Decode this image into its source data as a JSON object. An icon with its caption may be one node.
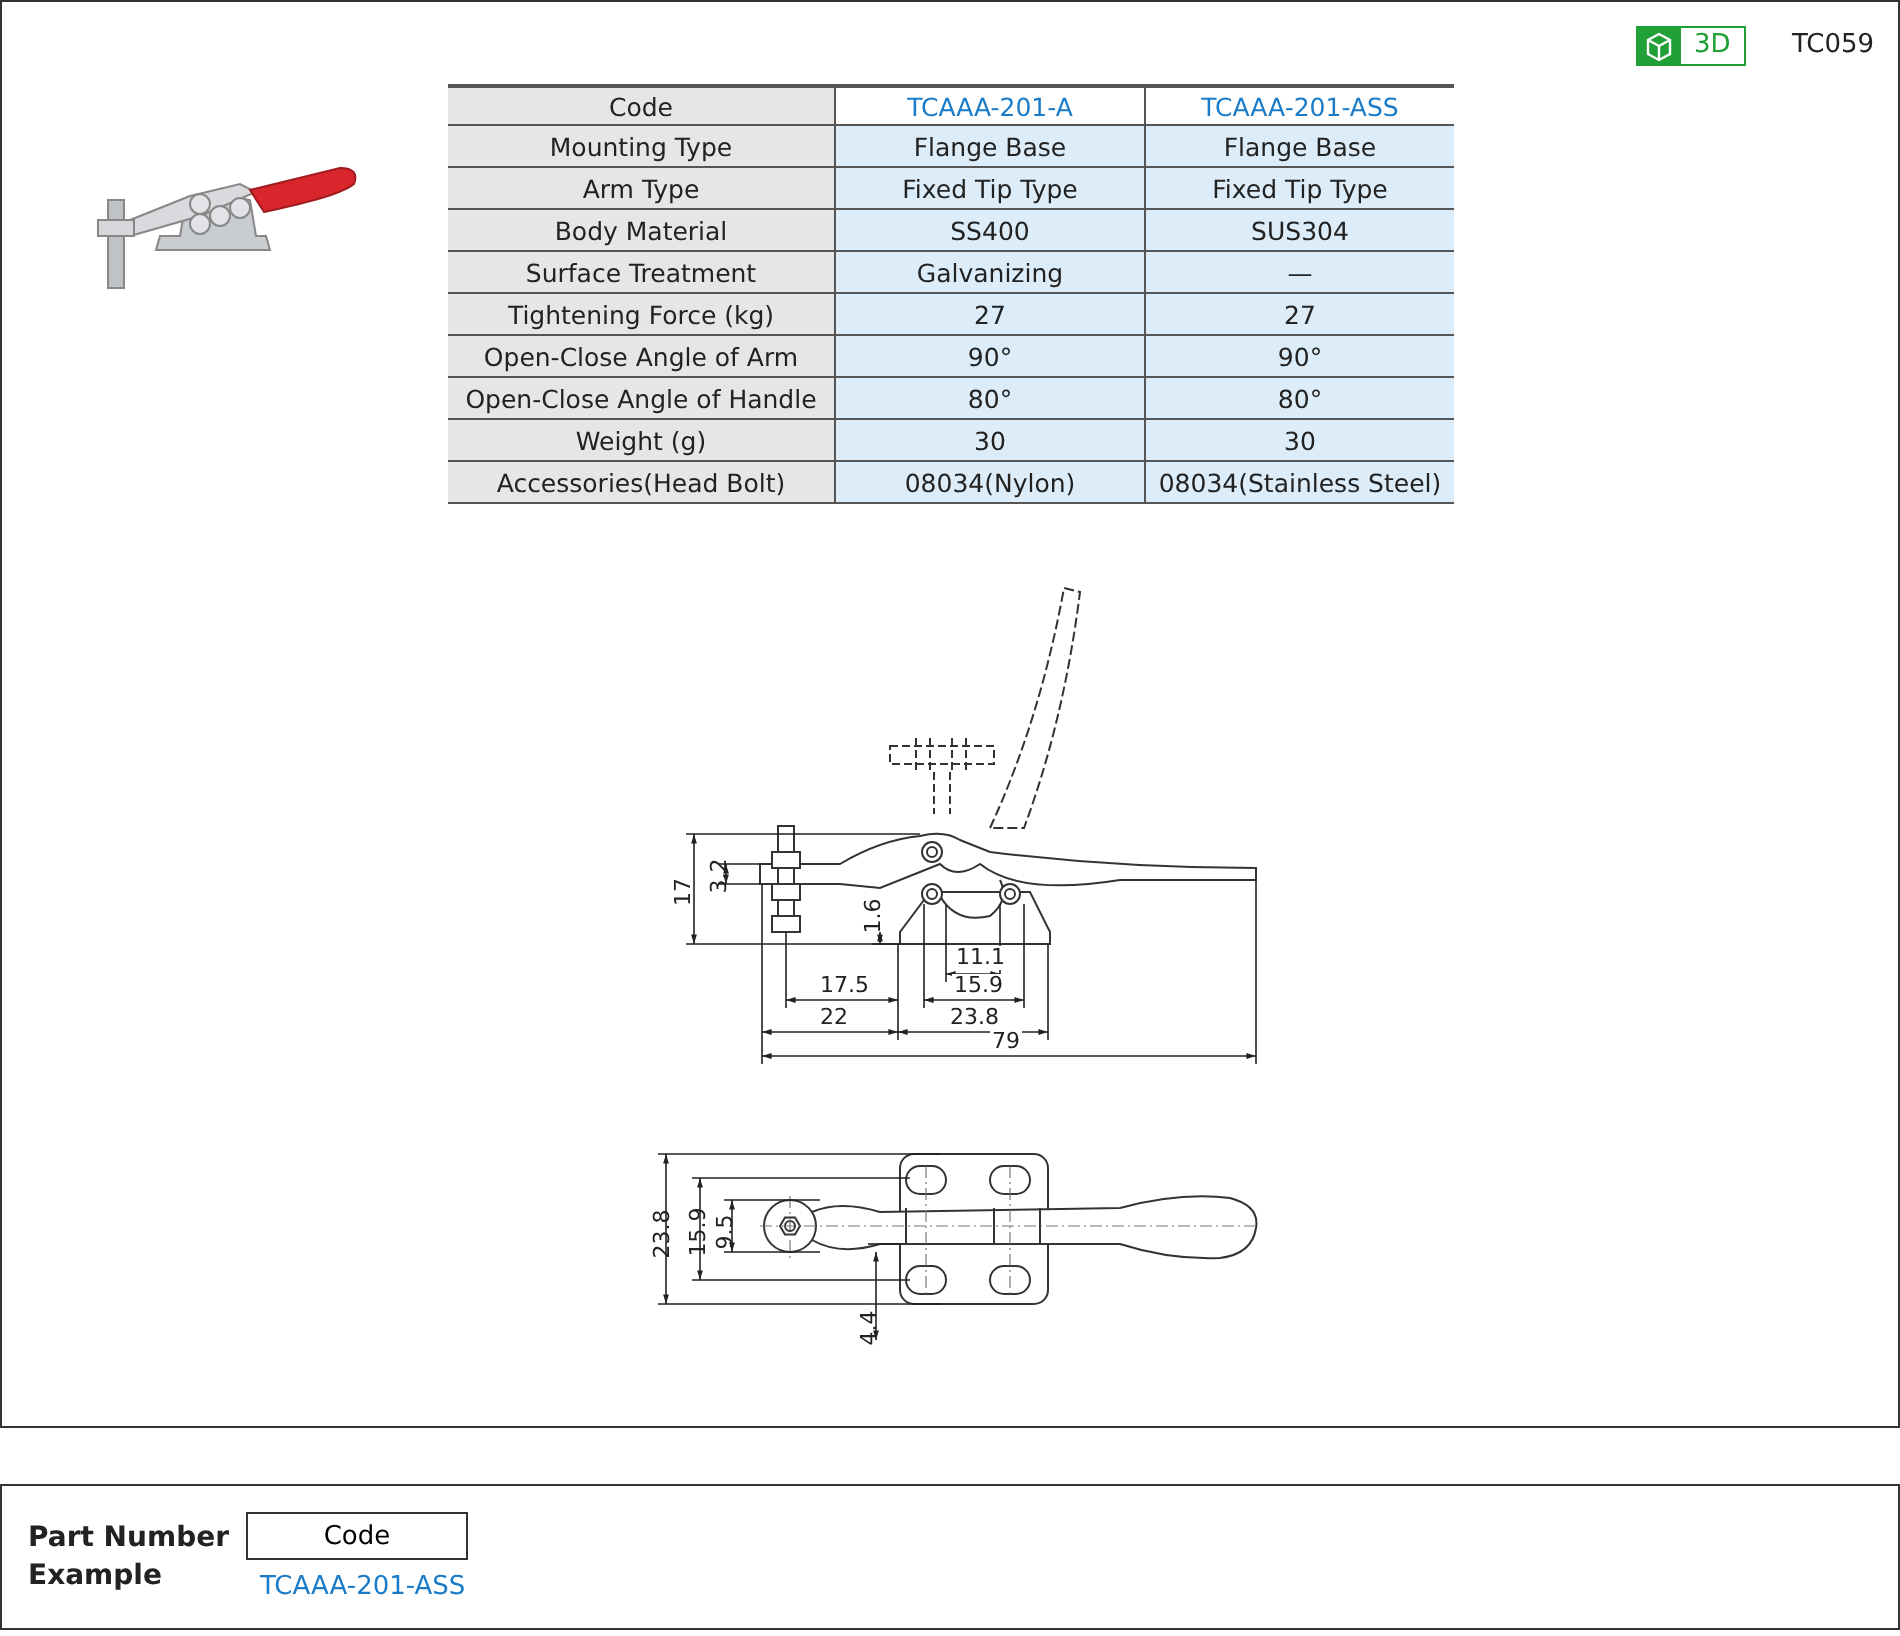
{
  "diagram": {
    "nodes": [
      {
        "text": [
          "Code"
        ],
        "beside": [
          "TCAAA-201-ASS"
        ]
      }
    ],
    "labels": [
      "3D",
      "TC059",
      "Code",
      "TCAAA-201-A",
      "TCAAA-201-ASS",
      "Mounting Type",
      "Flange Base",
      "Flange Base",
      "Arm Type",
      "Fixed Tip Type",
      "Fixed Tip Type",
      "Body Material",
      "SS400",
      "SUS304",
      "Surface Treatment",
      "Galvanizing",
      "—",
      "Tightening Force (kg)",
      "27",
      "27",
      "Open-Close Angle of Arm",
      "90°",
      "90°",
      "Open-Close  Angle of Handle",
      "80°",
      "80°",
      "Weight (g)",
      "30",
      "30",
      "Accessories(Head Bolt)",
      "08034(Nylon)",
      "08034(Stainless Steel)",
      "17",
      "3.2",
      "1.6",
      "11.1",
      "17.5",
      "15.9",
      "22",
      "23.8",
      "79",
      "23.8",
      "15.9",
      "9.5",
      "4.4",
      "Part Number Example"
    ]
  }
}
